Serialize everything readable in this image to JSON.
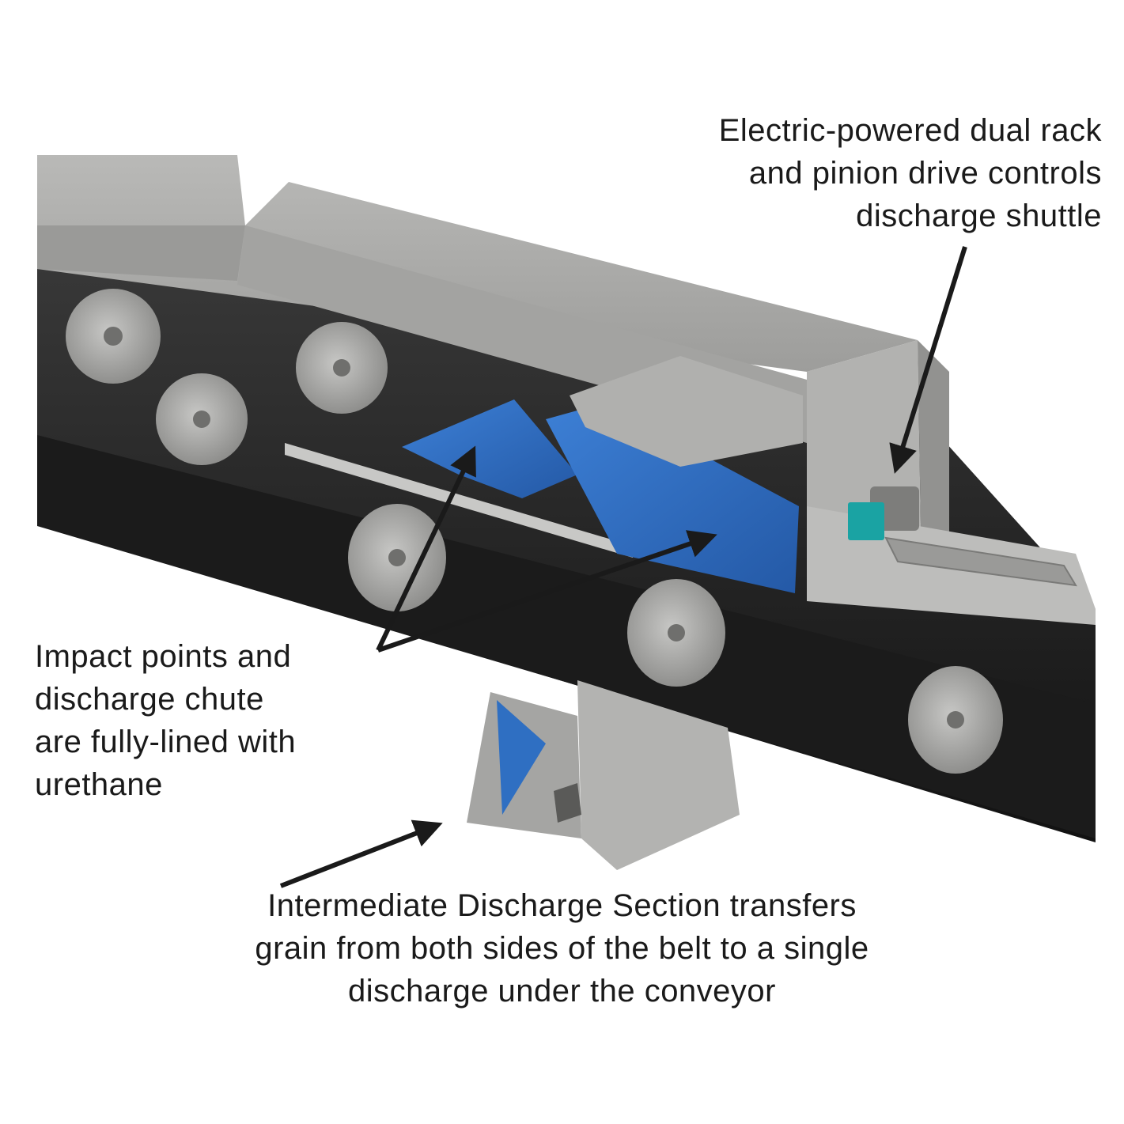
{
  "callouts": {
    "drive": {
      "lines": [
        "Electric-powered dual rack",
        "and pinion drive controls",
        "discharge shuttle"
      ]
    },
    "lining": {
      "lines": [
        "Impact points and",
        "discharge chute",
        "are fully-lined with",
        "urethane"
      ]
    },
    "intermediate": {
      "lines": [
        "Intermediate Discharge Section transfers",
        "grain from both sides of the belt to a single",
        "discharge under the conveyor"
      ]
    }
  },
  "colors": {
    "housing": "#a8a8a6",
    "housing_dark": "#8c8c8a",
    "belt": "#2a2a2a",
    "urethane_liner": "#2f6fc2",
    "motor": "#1aa3a3",
    "arrow": "#1a1a1a",
    "text": "#1a1a1a"
  }
}
